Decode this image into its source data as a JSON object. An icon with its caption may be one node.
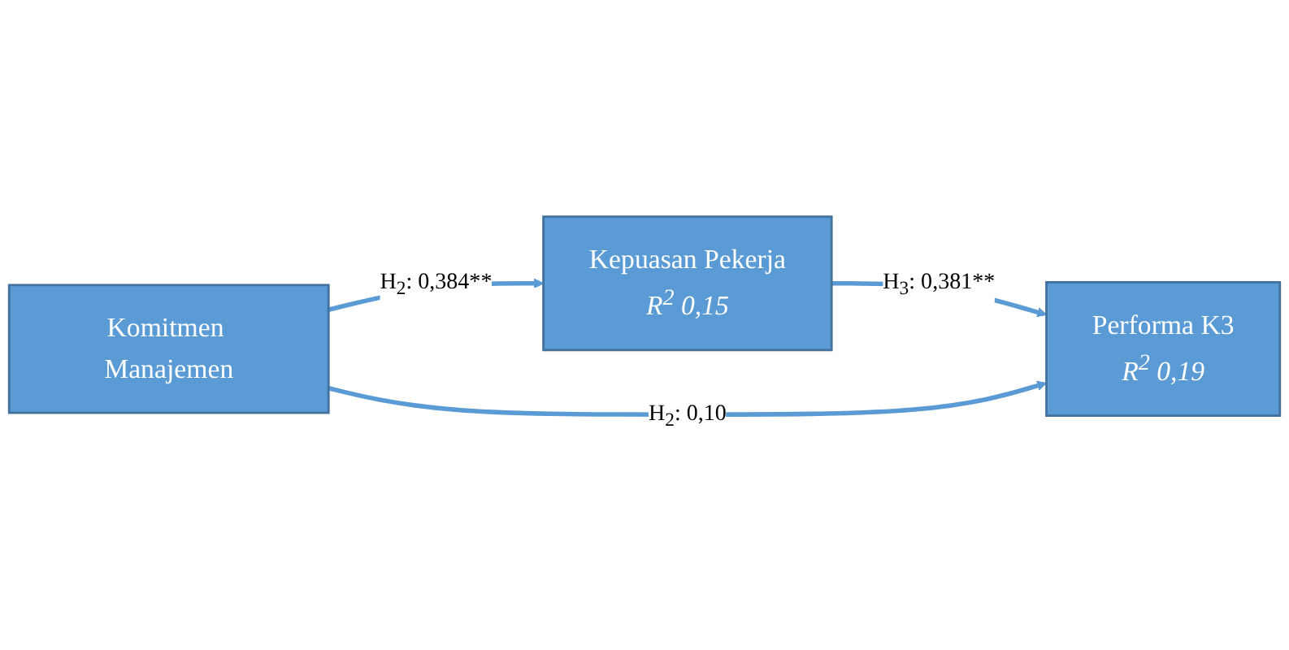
{
  "diagram": {
    "nodes": [
      {
        "text": [
          "Kepuasan Pekerja",
          "R$^{2}$ 0,15"
        ]
      },
      {
        "text": [
          "Komitmen Manajemen"
        ]
      },
      {
        "text": [
          "Performa K3",
          "R$^{2}$ 0,19"
        ]
      }
    ],
    "edges": [
      {
        "from": 1,
        "to": 0,
        "arrow": "to",
        "label": "H$_{2}$: 0,384**"
      },
      {
        "from": 0,
        "to": 2,
        "arrow": "to",
        "label": "H$_{3}$: 0,381**"
      },
      {
        "from": 1,
        "to": 2,
        "arrow": "to",
        "label": "H$_{2}$: 0,10"
      }
    ]
  }
}
